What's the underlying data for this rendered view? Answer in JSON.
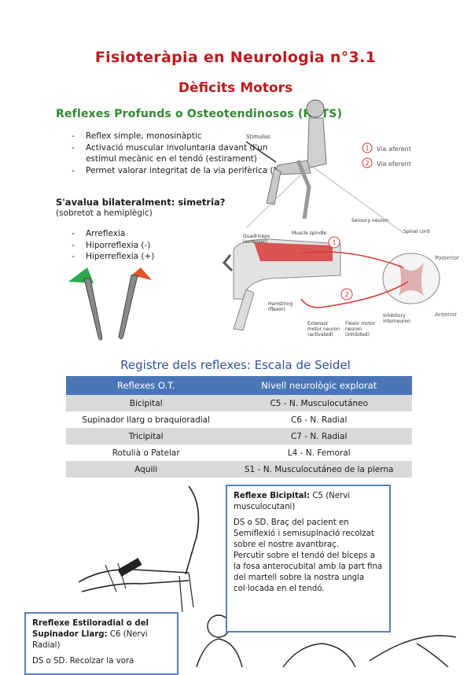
{
  "header": {
    "title": "Fisioteràpia en Neurologia n°3.1",
    "subtitle": "Dèficits Motors",
    "section": "Reflexes Profunds o Osteotendinosos (ROTS)"
  },
  "bullets_main": [
    "Reflex simple, monosinàptic",
    "Activació muscular involuntaria davant d'un estímul mecànic en el tendó (estirament)",
    "Permet valorar integritat de la via perifèrica (ME)"
  ],
  "evaluation": {
    "question": "S'avalua bilateralment: simetria?",
    "note": "(sobretot a hemiplègic)",
    "items": [
      "Arreflexia",
      "Hiporreflexia (-)",
      "Hiperreflexia (+)"
    ]
  },
  "diagram": {
    "stimulus": "Stimulus",
    "legend_1": "Via aferent",
    "legend_2": "Via eferent",
    "num_1": "1",
    "num_2": "2",
    "quadriceps": "Quadriceps",
    "quadriceps_sub": "(extensor)",
    "muscle_spindle": "Muscle spindle",
    "sensory_neuron": "Sensory neuron",
    "spinal_cord": "Spinal cord",
    "posterior": "Posterior",
    "anterior": "Anterior",
    "hamstring": "Hamstring",
    "hamstring_sub": "(flexor)",
    "extensor_motor": "Extensor motor neuron (activated)",
    "flexor_motor": "Flexor motor neuron (inhibited)",
    "inhibitory": "Inhibitory interneuron"
  },
  "table": {
    "title": "Registre dels reflexes: Escala de Seidel",
    "headers": [
      "Reflexes O.T.",
      "Nivell neurològic explorat"
    ],
    "rows": [
      [
        "Bicipital",
        "C5 - N. Musculocutáneo"
      ],
      [
        "Supinador llarg o braquioradial",
        "C6 - N. Radial"
      ],
      [
        "Tricipital",
        "C7 - N. Radial"
      ],
      [
        "Rotulià o Patelar",
        "L4 - N. Femoral"
      ],
      [
        "Aquili",
        "S1 - N. Musculocutáneo de la pierna"
      ]
    ]
  },
  "box_bicipital": {
    "title": "Reflexe Bicipital:",
    "title_rest": " C5 (Nervi musculocutani)",
    "p1": "DS o SD. Braç del pacient en Semiflexió i semisupinació recolzat sobre el nostre avantbraç.",
    "p2": "Percutir sobre el tendó del bíceps a la fosa anterocubital amb la part fina del martell sobre la nostra ungla col·locada en el tendó."
  },
  "box_estiloradial": {
    "title": "Rreflexe Estiloradial o del Supinador Llarg:",
    "title_rest": " C6 (Nervi Radial)",
    "p1": "DS o SD. Recolzar la vora"
  },
  "colors": {
    "title": "#c0181d",
    "section": "#2e8b2e",
    "table_header": "#4a76b8",
    "box_border": "#5a80b8"
  }
}
